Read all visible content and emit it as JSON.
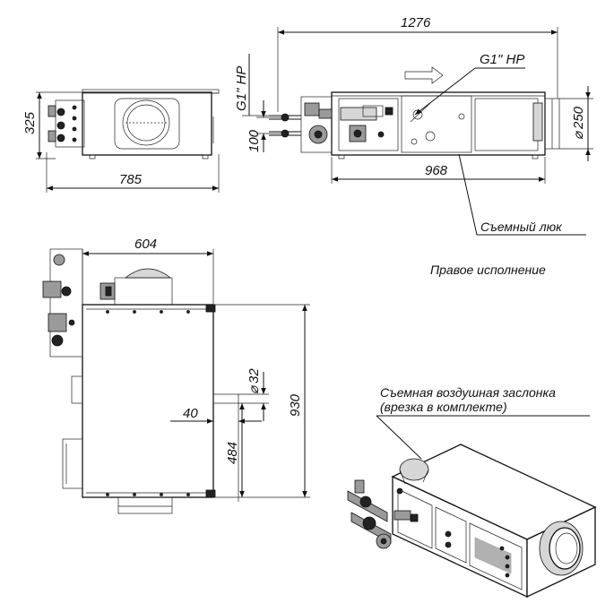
{
  "dimensions": {
    "top_length": "1276",
    "body_length": "968",
    "flange_dia": "250",
    "pipe_thread_right": "G1\" НР",
    "pipe_thread_left": "G1\" НР",
    "pipe_spacing": "100",
    "front_height": "325",
    "front_width": "785",
    "plan_width": "604",
    "plan_depth": "930",
    "drain_dia": "32",
    "drain_offset": "40",
    "drain_height": "484"
  },
  "symbols": {
    "diameter": "⌀"
  },
  "notes": {
    "service_hatch": "Съемный люк",
    "orientation": "Правое исполнение",
    "damper_line1": "Съемная воздушная заслонка",
    "damper_line2": "(врезка в комплекте)"
  }
}
